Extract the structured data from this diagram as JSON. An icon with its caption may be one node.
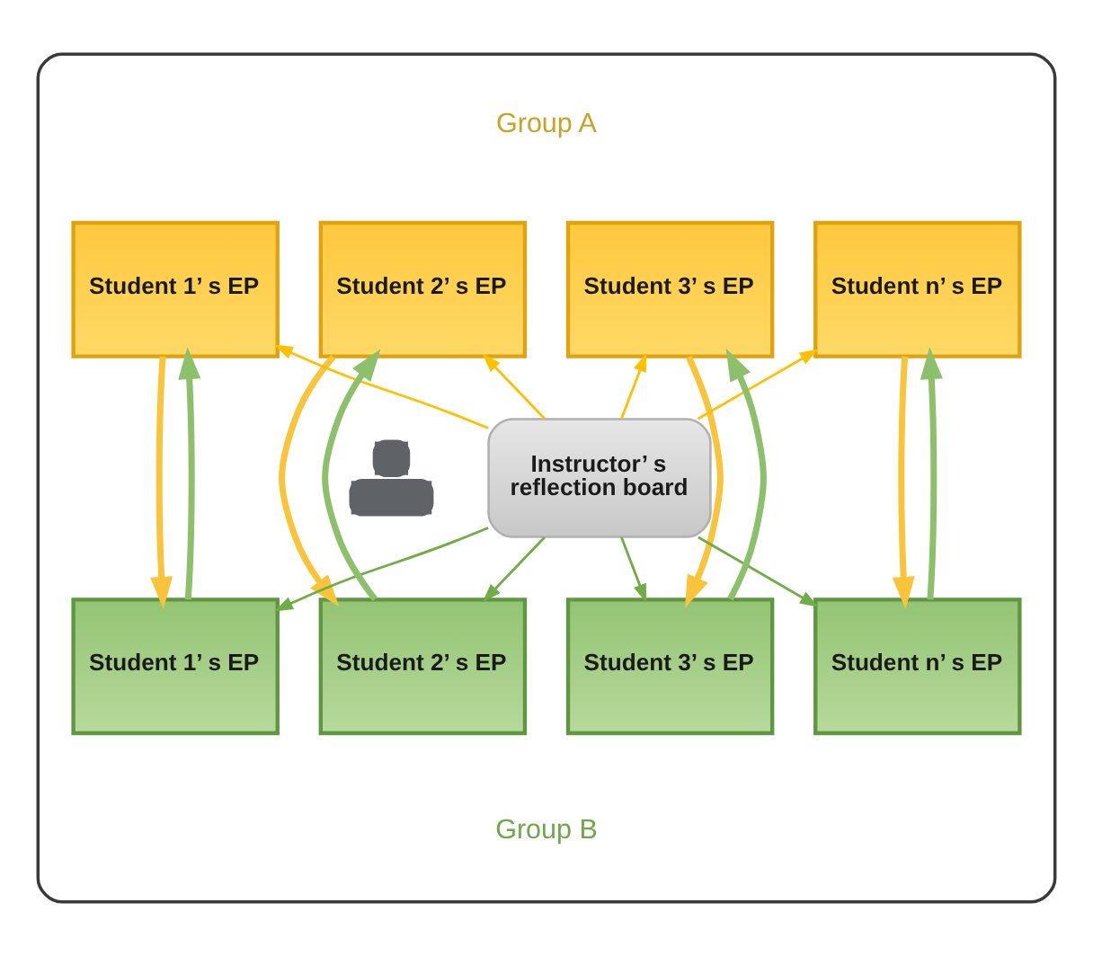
{
  "diagram": {
    "nodes": [
      {
        "text": [],
        "shape": "box"
      },
      {
        "text": [
          "Student 1’ s EP"
        ],
        "in": 0
      },
      {
        "text": [
          "Student 2’ s EP"
        ],
        "in": 0
      },
      {
        "text": [
          "Student 3’ s EP"
        ],
        "in": 0
      },
      {
        "text": [
          "Student n’ s EP"
        ],
        "in": 0
      },
      {
        "text": [
          "Instructor’ s reflection board"
        ],
        "in": 0
      },
      {
        "text": [],
        "shape": "person",
        "in": 0
      },
      {
        "text": [
          "Student 1’ s EP"
        ],
        "in": 0
      },
      {
        "text": [
          "Student 2’ s EP"
        ],
        "in": 0
      },
      {
        "text": [
          "Student 3’ s EP"
        ],
        "in": 0
      },
      {
        "text": [
          "Student n’ s EP"
        ],
        "in": 0
      }
    ],
    "edges": [
      {
        "from": 5,
        "to": 1,
        "arrow": "to",
        "color": "#ffc000"
      },
      {
        "from": 5,
        "to": 2,
        "arrow": "to",
        "color": "#ffc000"
      },
      {
        "from": 5,
        "to": 3,
        "arrow": "to",
        "color": "#ffc000"
      },
      {
        "from": 5,
        "to": 4,
        "arrow": "to",
        "color": "#ffc000"
      },
      {
        "from": 5,
        "to": 7,
        "arrow": "to",
        "color": "#70ad47"
      },
      {
        "from": 5,
        "to": 8,
        "arrow": "to",
        "color": "#70ad47"
      },
      {
        "from": 5,
        "to": 9,
        "arrow": "to",
        "color": "#70ad47"
      },
      {
        "from": 5,
        "to": 10,
        "arrow": "to",
        "color": "#70ad47"
      },
      {
        "from": 1,
        "to": 7,
        "arrow": "to",
        "style": "thick",
        "color": "#f9c43a"
      },
      {
        "from": 2,
        "to": 8,
        "arrow": "to",
        "style": "thick",
        "color": "#f9c43a"
      },
      {
        "from": 3,
        "to": 9,
        "arrow": "to",
        "style": "thick",
        "color": "#f9c43a"
      },
      {
        "from": 4,
        "to": 10,
        "arrow": "to",
        "style": "thick",
        "color": "#f9c43a"
      },
      {
        "from": 7,
        "to": 1,
        "arrow": "to",
        "style": "thick",
        "color": "#8cc06a"
      },
      {
        "from": 8,
        "to": 2,
        "arrow": "to",
        "style": "thick",
        "color": "#8cc06a"
      },
      {
        "from": 9,
        "to": 3,
        "arrow": "to",
        "style": "thick",
        "color": "#8cc06a"
      },
      {
        "from": 10,
        "to": 4,
        "arrow": "to",
        "style": "thick",
        "color": "#8cc06a"
      }
    ],
    "labels": [
      "Group A",
      "Group B"
    ]
  }
}
